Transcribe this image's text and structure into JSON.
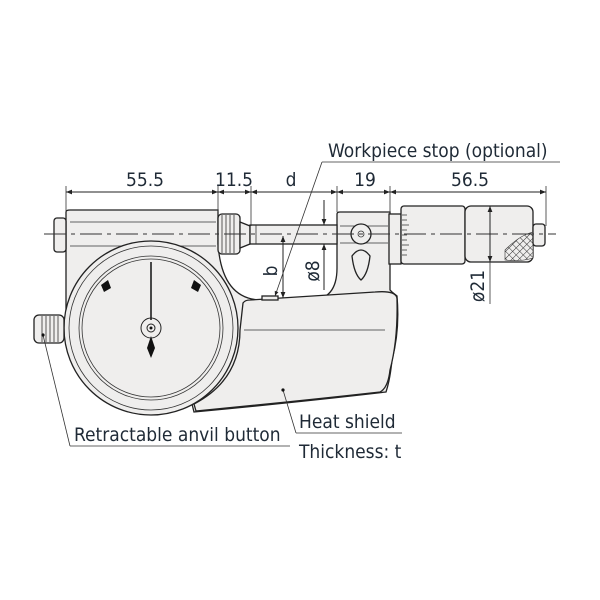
{
  "diagram": {
    "title": "Indicating micrometer dimensions",
    "dimensions": {
      "frame_left": "55.5",
      "nut": "11.5",
      "opening": "d",
      "block": "19",
      "thimble": "56.5",
      "depth": "b",
      "spindle_dia": "ø8",
      "thimble_dia": "ø21"
    },
    "callouts": {
      "workpiece_stop": "Workpiece stop (optional)",
      "anvil_button": "Retractable anvil button",
      "heat_shield": "Heat shield",
      "thickness": "Thickness: t"
    },
    "colors": {
      "body": "#efeeed",
      "line": "#222222",
      "text": "#1f2a36"
    }
  }
}
